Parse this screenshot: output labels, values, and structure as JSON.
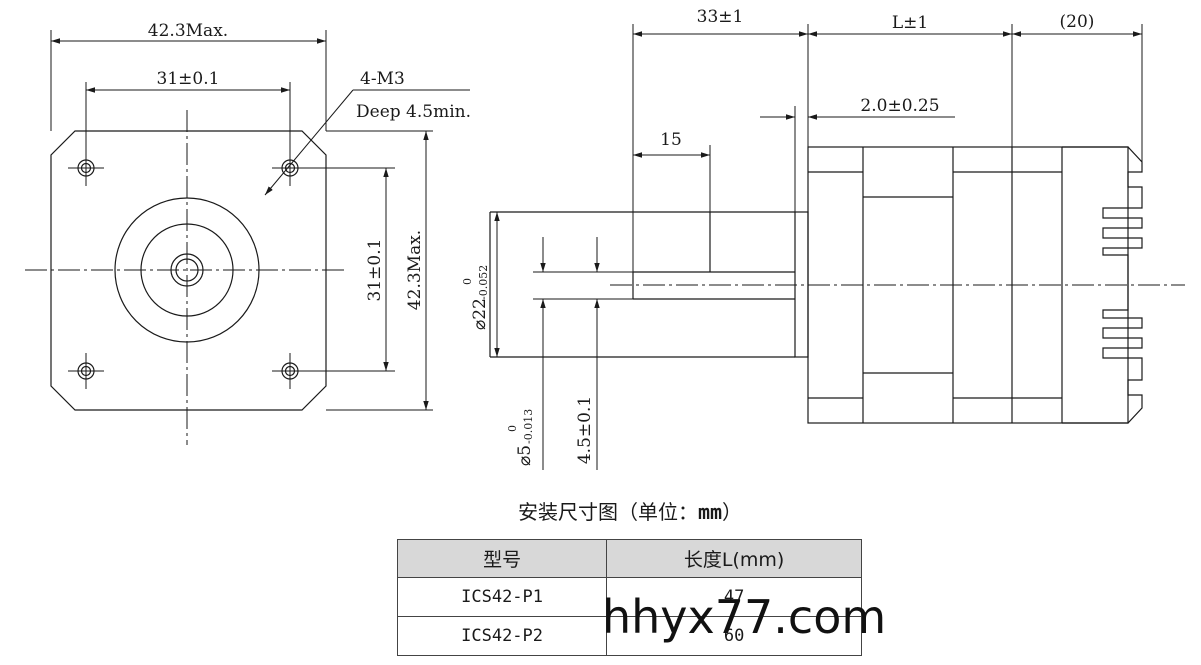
{
  "dimensions": {
    "front_overall_width": "42.3Max.",
    "front_hole_spacing_h": "31±0.1",
    "thread_spec": "4-M3",
    "thread_depth": "Deep 4.5min.",
    "front_hole_spacing_v": "31±0.1",
    "front_overall_height": "42.3Max.",
    "shaft_length": "33±1",
    "body_length": "L±1",
    "rear_length": "(20)",
    "boss_height": "2.0±0.25",
    "flat_length": "15",
    "boss_diameter": "⌀22",
    "boss_tol_upper": "0",
    "boss_tol_lower": "-0.052",
    "shaft_diameter": "⌀5",
    "shaft_tol_upper": "0",
    "shaft_tol_lower": "-0.013",
    "flat_depth": "4.5±0.1"
  },
  "caption": {
    "text": "安装尺寸图（单位：",
    "unit": "mm",
    "close": "）"
  },
  "table": {
    "headers": [
      "型号",
      "长度L(mm)"
    ],
    "rows": [
      [
        "ICS42-P1",
        "47"
      ],
      [
        "ICS42-P2",
        "60"
      ]
    ]
  },
  "watermark": "hhyx77.com"
}
